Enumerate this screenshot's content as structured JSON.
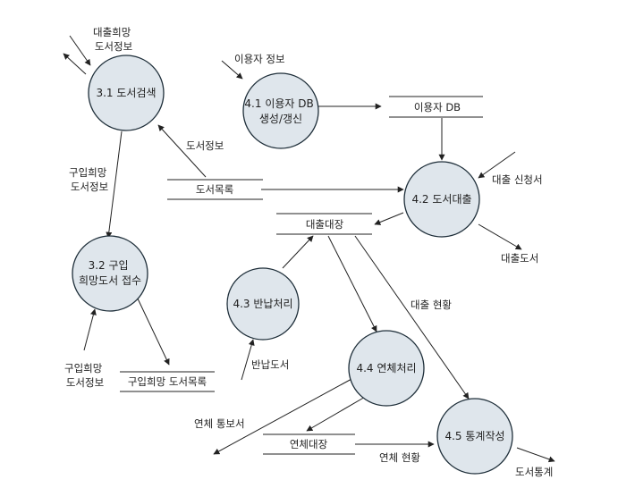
{
  "processes": {
    "p31": [
      "3.1 도서검색"
    ],
    "p32": [
      "3.2 구입",
      "희망도서 접수"
    ],
    "p41": [
      "4.1 이용자 DB",
      "생성/갱신"
    ],
    "p42": [
      "4.2 도서대출"
    ],
    "p43": [
      "4.3 반납처리"
    ],
    "p44": [
      "4.4 연체처리"
    ],
    "p45": [
      "4.5 통계작성"
    ]
  },
  "stores": {
    "user_db": "이용자 DB",
    "book_list": "도서목록",
    "loan_ledger": "대출대장",
    "wish_list": "구입희망 도서목록",
    "overdue_ledger": "연체대장"
  },
  "flows": {
    "req_info_top": [
      "대출희망",
      "도서정보"
    ],
    "user_info": "이용자 정보",
    "book_info": "도서정보",
    "buy_wish_info_mid": [
      "구입희망",
      "도서정보"
    ],
    "buy_wish_info_bottom": [
      "구입희망",
      "도서정보"
    ],
    "loan_application": "대출 신청서",
    "loan_books": "대출도서",
    "loan_status": "대출 현황",
    "returned_books": "반납도서",
    "overdue_notice": "연체 통보서",
    "overdue_status": "연체 현황",
    "book_stats": "도서통계"
  }
}
